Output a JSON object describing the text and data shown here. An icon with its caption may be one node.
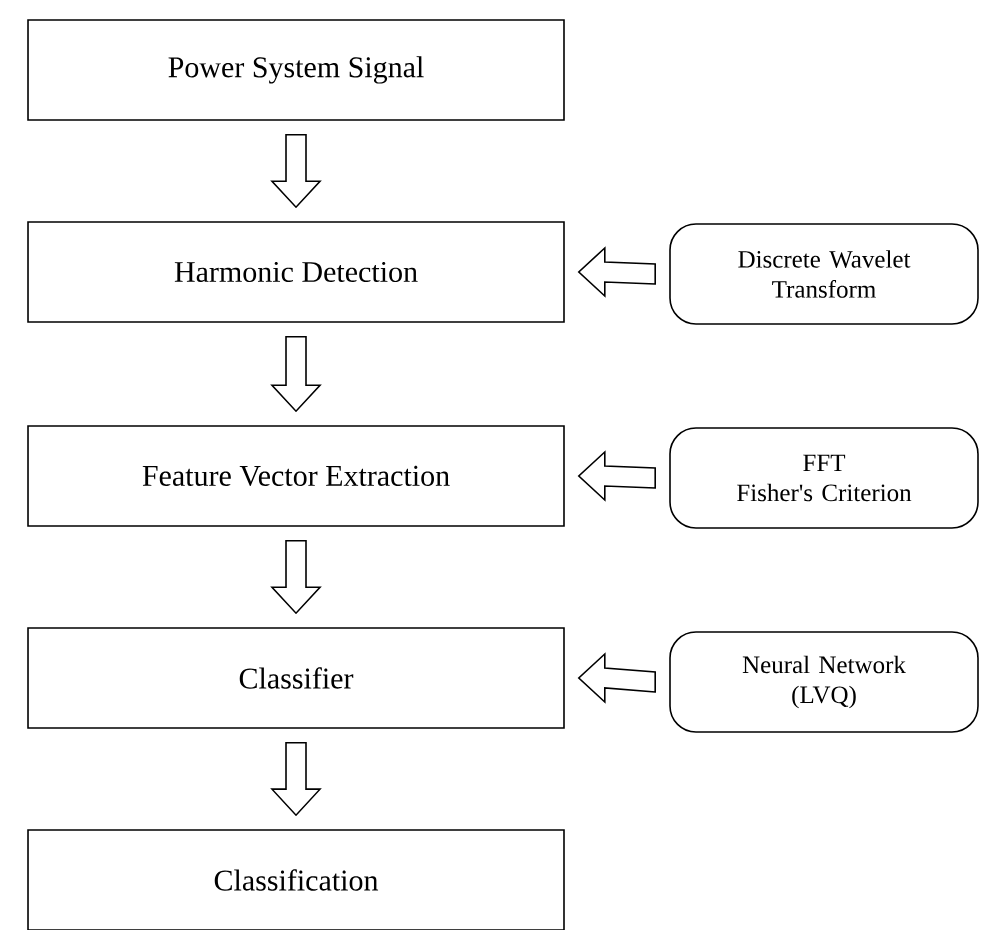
{
  "diagram": {
    "nodes": [
      {
        "text": [
          "Power System Signal"
        ]
      },
      {
        "text": [
          "Harmonic Detection"
        ]
      },
      {
        "text": [
          "Feature Vector Extraction"
        ]
      },
      {
        "text": [
          "Classifier"
        ]
      },
      {
        "text": [
          "Classification"
        ]
      },
      {
        "text": [
          "Discrete Wavelet Transform"
        ]
      },
      {
        "text": [
          "FFT",
          "Fisher's Criterion"
        ]
      },
      {
        "text": [
          "Neural Network (LVQ)"
        ]
      }
    ],
    "edges": [
      {
        "from": 0,
        "to": 1,
        "arrow": "to"
      },
      {
        "from": 1,
        "to": 2,
        "arrow": "to"
      },
      {
        "from": 2,
        "to": 3,
        "arrow": "to"
      },
      {
        "from": 3,
        "to": 4,
        "arrow": "to"
      },
      {
        "from": 5,
        "to": 1,
        "arrow": "to"
      },
      {
        "from": 6,
        "to": 2,
        "arrow": "to"
      },
      {
        "from": 7,
        "to": 3,
        "arrow": "to"
      }
    ]
  }
}
